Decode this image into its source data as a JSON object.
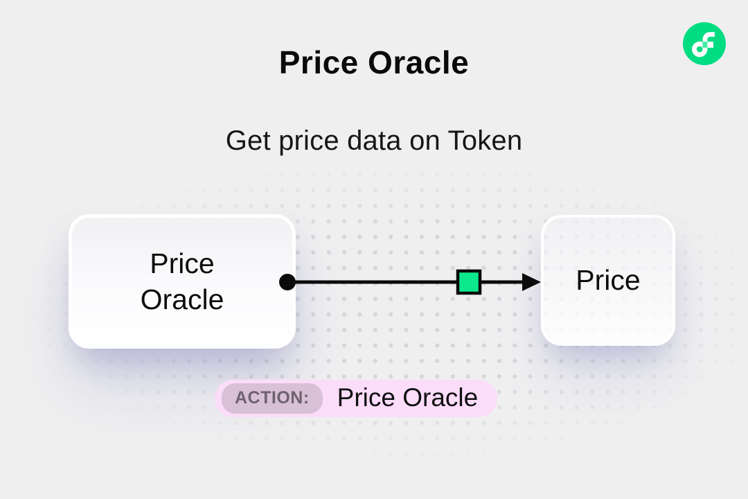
{
  "page": {
    "background_color": "#efeff0",
    "dot_color": "#d6d6da"
  },
  "header": {
    "title": "Price Oracle",
    "subtitle": "Get price data on Token"
  },
  "diagram": {
    "source_node": {
      "label": "Price Oracle"
    },
    "target_node": {
      "label": "Price"
    },
    "connector": {
      "accent_color": "#0ce98c",
      "line_color": "#0b0b0b"
    }
  },
  "action_badge": {
    "label": "ACTION:",
    "value": "Price Oracle",
    "badge_bg": "#fbdcf9",
    "label_bg": "#d8c0d6",
    "label_color": "#6e6270"
  },
  "logo": {
    "name": "flow-logo",
    "circle_color": "#00dc82",
    "notch_color": "#41eda6"
  }
}
